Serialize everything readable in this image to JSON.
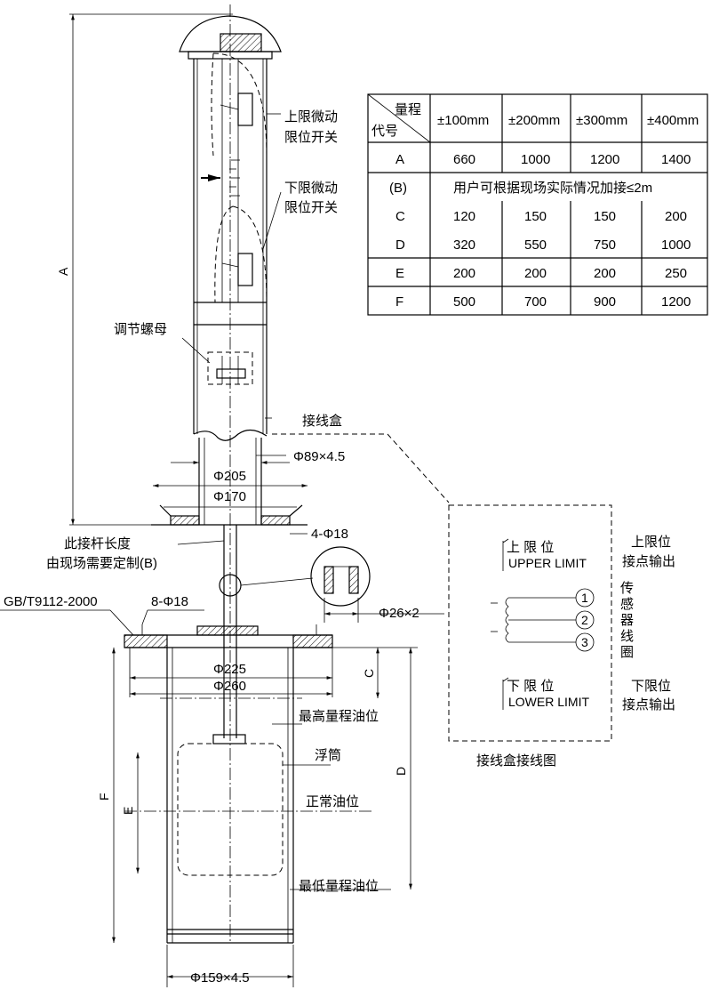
{
  "labels": {
    "upper_switch_1": "上限微动",
    "upper_switch_2": "限位开关",
    "lower_switch_1": "下限微动",
    "lower_switch_2": "限位开关",
    "adjust_nut": "调节螺母",
    "junction_box": "接线盒",
    "pipe_spec": "Φ89×4.5",
    "dia_205": "Φ205",
    "dia_170": "Φ170",
    "holes_top": "4-Φ18",
    "rod_note_1": "此接杆长度",
    "rod_note_2": "由现场需要定制(B)",
    "standard": "GB/T9112-2000",
    "holes_flange": "8-Φ18",
    "detail_dia": "Φ26×2",
    "dia_225": "Φ225",
    "dia_260": "Φ260",
    "max_level": "最高量程油位",
    "float": "浮筒",
    "normal_level": "正常油位",
    "min_level": "最低量程油位",
    "bottom_pipe": "Φ159×4.5",
    "dim_A": "A",
    "dim_C": "C",
    "dim_D": "D",
    "dim_E": "E",
    "dim_F": "F"
  },
  "table": {
    "header_top": "量程",
    "header_bottom": "代号",
    "ranges": [
      "±100mm",
      "±200mm",
      "±300mm",
      "±400mm"
    ],
    "rows": [
      {
        "code": "A",
        "values": [
          "660",
          "1000",
          "1200",
          "1400"
        ]
      },
      {
        "code": "(B)",
        "note": "用户可根据现场实际情况加接≤2m"
      },
      {
        "code": "C",
        "values": [
          "120",
          "150",
          "150",
          "200"
        ]
      },
      {
        "code": "D",
        "values": [
          "320",
          "550",
          "750",
          "1000"
        ]
      },
      {
        "code": "E",
        "values": [
          "200",
          "200",
          "200",
          "250"
        ]
      },
      {
        "code": "F",
        "values": [
          "500",
          "700",
          "900",
          "1200"
        ]
      }
    ]
  },
  "wiring": {
    "upper_cn": "上 限 位",
    "upper_en": "UPPER LIMIT",
    "upper_out_1": "上限位",
    "upper_out_2": "接点输出",
    "sensor_chars": [
      "传",
      "感",
      "器",
      "线",
      "圈"
    ],
    "terminals": [
      "1",
      "2",
      "3"
    ],
    "lower_cn": "下 限 位",
    "lower_en": "LOWER LIMIT",
    "lower_out_1": "下限位",
    "lower_out_2": "接点输出",
    "caption": "接线盒接线图"
  }
}
